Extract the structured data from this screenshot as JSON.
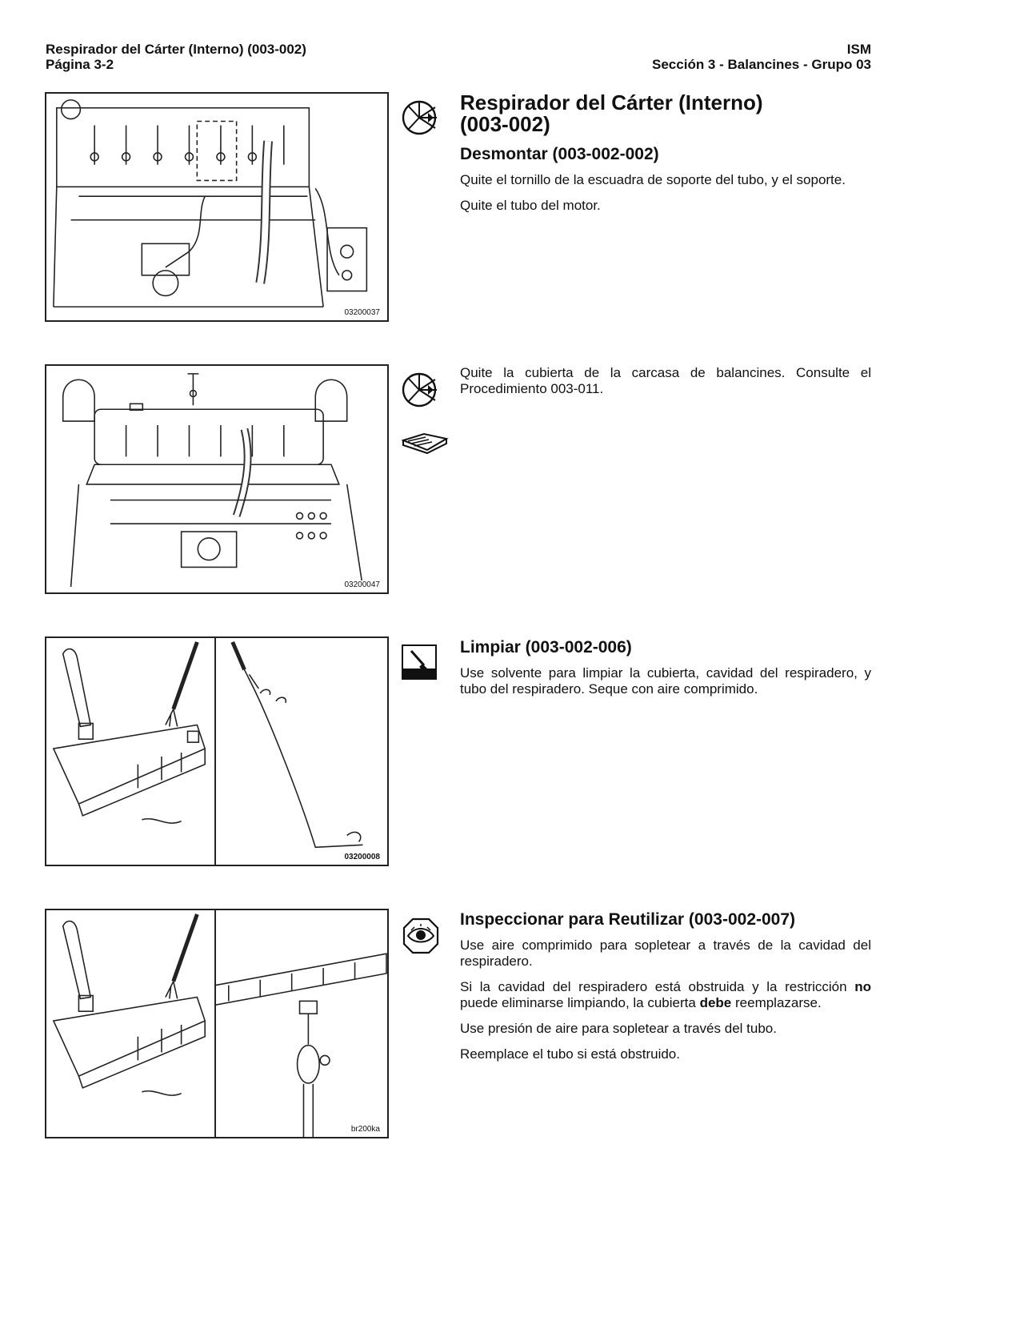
{
  "header": {
    "left_line1": "Respirador del Cárter (Interno) (003-002)",
    "left_line2": "Página 3-2",
    "right_line1": "ISM",
    "right_line2": "Sección 3 - Balancines - Grupo 03"
  },
  "figures": [
    {
      "code": "03200037"
    },
    {
      "code": "03200047"
    },
    {
      "code": "03200008"
    },
    {
      "code": "br200ka"
    }
  ],
  "icons": {
    "remove": "remove-icon",
    "reference": "book-reference-icon",
    "clean": "cleaning-brush-icon",
    "inspect": "eye-inspect-icon"
  },
  "section1": {
    "title_line1": "Respirador del Cárter (Interno)",
    "title_line2": "(003-002)",
    "subtitle": "Desmontar (003-002-002)",
    "p1": "Quite el tornillo de la escuadra de soporte del tubo, y el soporte.",
    "p2": "Quite el tubo del motor."
  },
  "section2": {
    "p1": "Quite la cubierta de la carcasa de balancines. Consulte el Procedimiento 003-011."
  },
  "section3": {
    "subtitle": "Limpiar (003-002-006)",
    "p1": "Use solvente para limpiar la cubierta, cavidad del respiradero, y tubo del respiradero. Seque con aire comprimido."
  },
  "section4": {
    "subtitle": "Inspeccionar para Reutilizar (003-002-007)",
    "p1": "Use aire comprimido para sopletear a través de la cavidad del respiradero.",
    "p2_before_no": "Si la cavidad del respiradero está obstruida y la restricción",
    "p2_no": "no",
    "p2_middle": "puede eliminarse limpiando, la cubierta",
    "p2_debe": "debe",
    "p2_after": "reemplazarse.",
    "p3": "Use presión de aire para sopletear a través del tubo.",
    "p4": "Reemplace el tubo si está obstruido."
  }
}
